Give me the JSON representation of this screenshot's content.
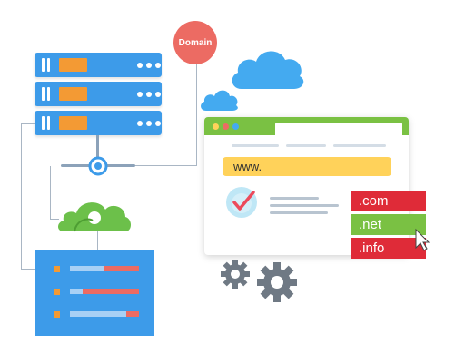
{
  "domain_bubble": {
    "label": "Domain"
  },
  "browser": {
    "url_prefix": "www."
  },
  "domain_tags": [
    {
      "label": ".com",
      "color": "#df2b38"
    },
    {
      "label": ".net",
      "color": "#7ac143"
    },
    {
      "label": ".info",
      "color": "#df2b38"
    }
  ],
  "colors": {
    "server_blue": "#3d9be9",
    "drive_orange": "#f39a34",
    "domain_red": "#ec6b63",
    "browser_green": "#7ac143",
    "url_yellow": "#ffd25a",
    "cloud_blue": "#44aaf0",
    "cloud_green": "#6cc04a"
  },
  "icons": [
    "server-rack-icon",
    "cloud-icon",
    "green-cloud-icon",
    "checkmark-icon",
    "gear-icon",
    "cursor-pointer-icon"
  ]
}
